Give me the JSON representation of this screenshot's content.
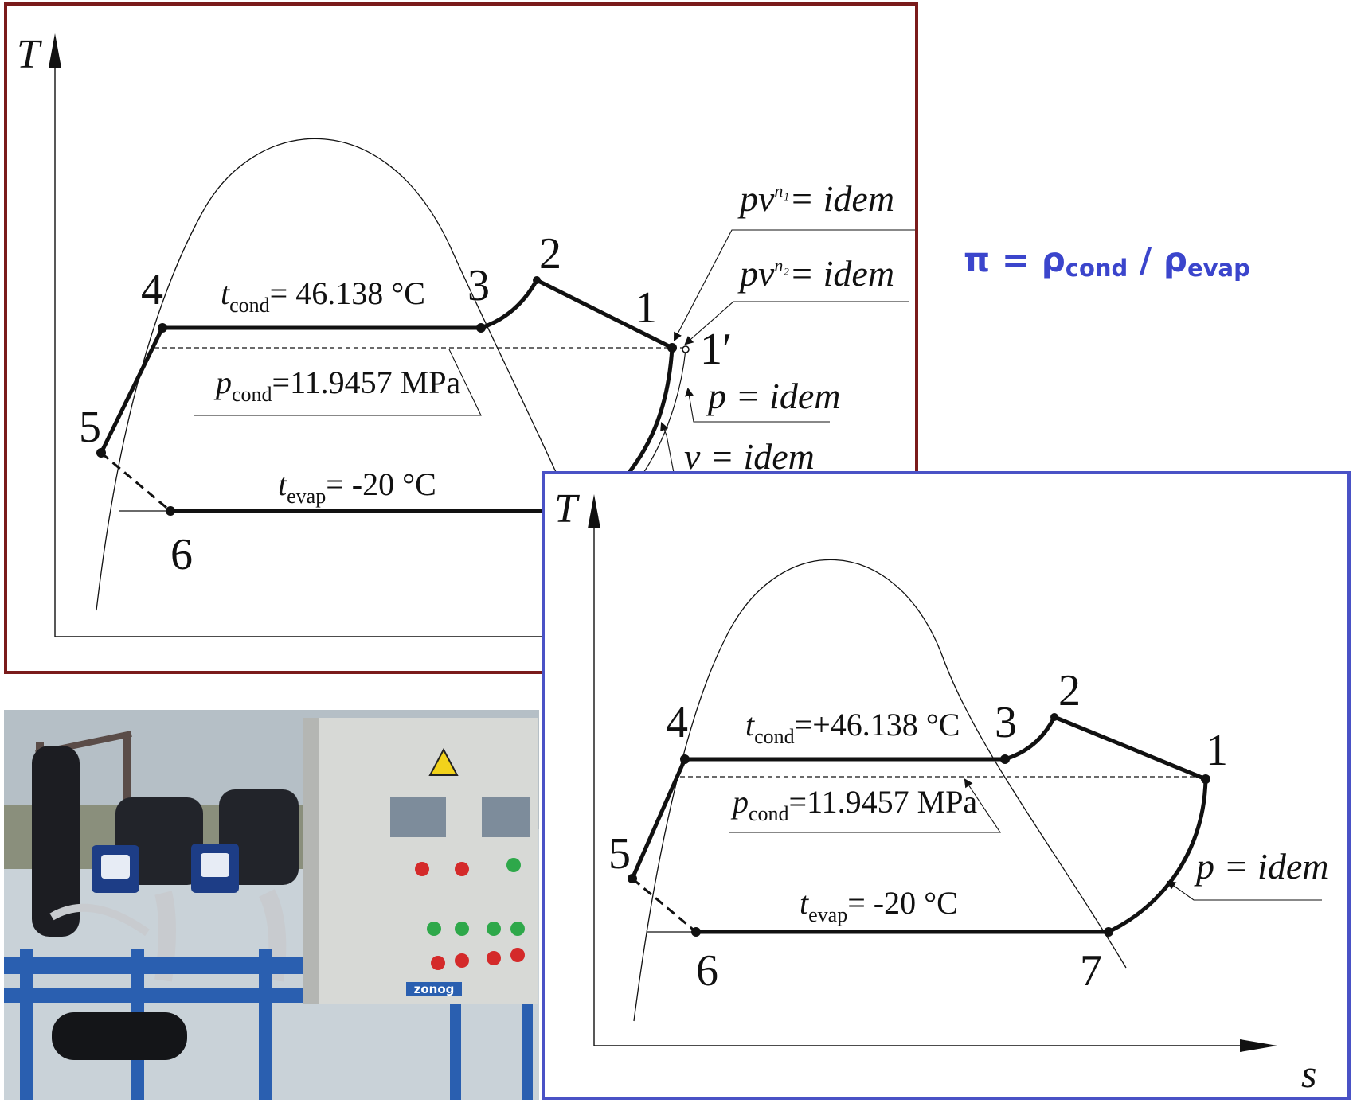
{
  "colors": {
    "frame_top": "#7a1b1b",
    "frame_bottom": "#4a52c6",
    "formula": "#3b45cc"
  },
  "formula": {
    "lhs": "π",
    "eq": "=",
    "rho1": "ρ",
    "sub1": "cond",
    "div": "/",
    "rho2": "ρ",
    "sub2": "evap"
  },
  "diagram_top": {
    "axis_y": "T",
    "points": [
      "4",
      "3",
      "2",
      "1",
      "1′",
      "5",
      "6"
    ],
    "t_cond": {
      "var": "t",
      "sub": "cond",
      "value": "= 46.138 °C"
    },
    "p_cond": {
      "var": "p",
      "sub": "cond",
      "value": "=11.9457 MPa"
    },
    "t_evap": {
      "var": "t",
      "sub": "evap",
      "value": "= -20 °C"
    },
    "polytrope1": {
      "lhs": "pv",
      "exp": "n₁",
      "rhs": "= idem"
    },
    "polytrope2": {
      "lhs": "pv",
      "exp": "n₂",
      "rhs": "= idem"
    },
    "isobar": "p = idem",
    "isochore": "v = idem"
  },
  "diagram_bottom": {
    "axis_y": "T",
    "axis_x": "s",
    "points": [
      "4",
      "3",
      "2",
      "1",
      "5",
      "6",
      "7"
    ],
    "t_cond": {
      "var": "t",
      "sub": "cond",
      "value": "=+46.138 °C"
    },
    "p_cond": {
      "var": "p",
      "sub": "cond",
      "value": "=11.9457 MPa"
    },
    "t_evap": {
      "var": "t",
      "sub": "evap",
      "value": "= -20 °C"
    },
    "isobar": "p = idem"
  },
  "photo": {
    "logo_text": "zonog"
  }
}
